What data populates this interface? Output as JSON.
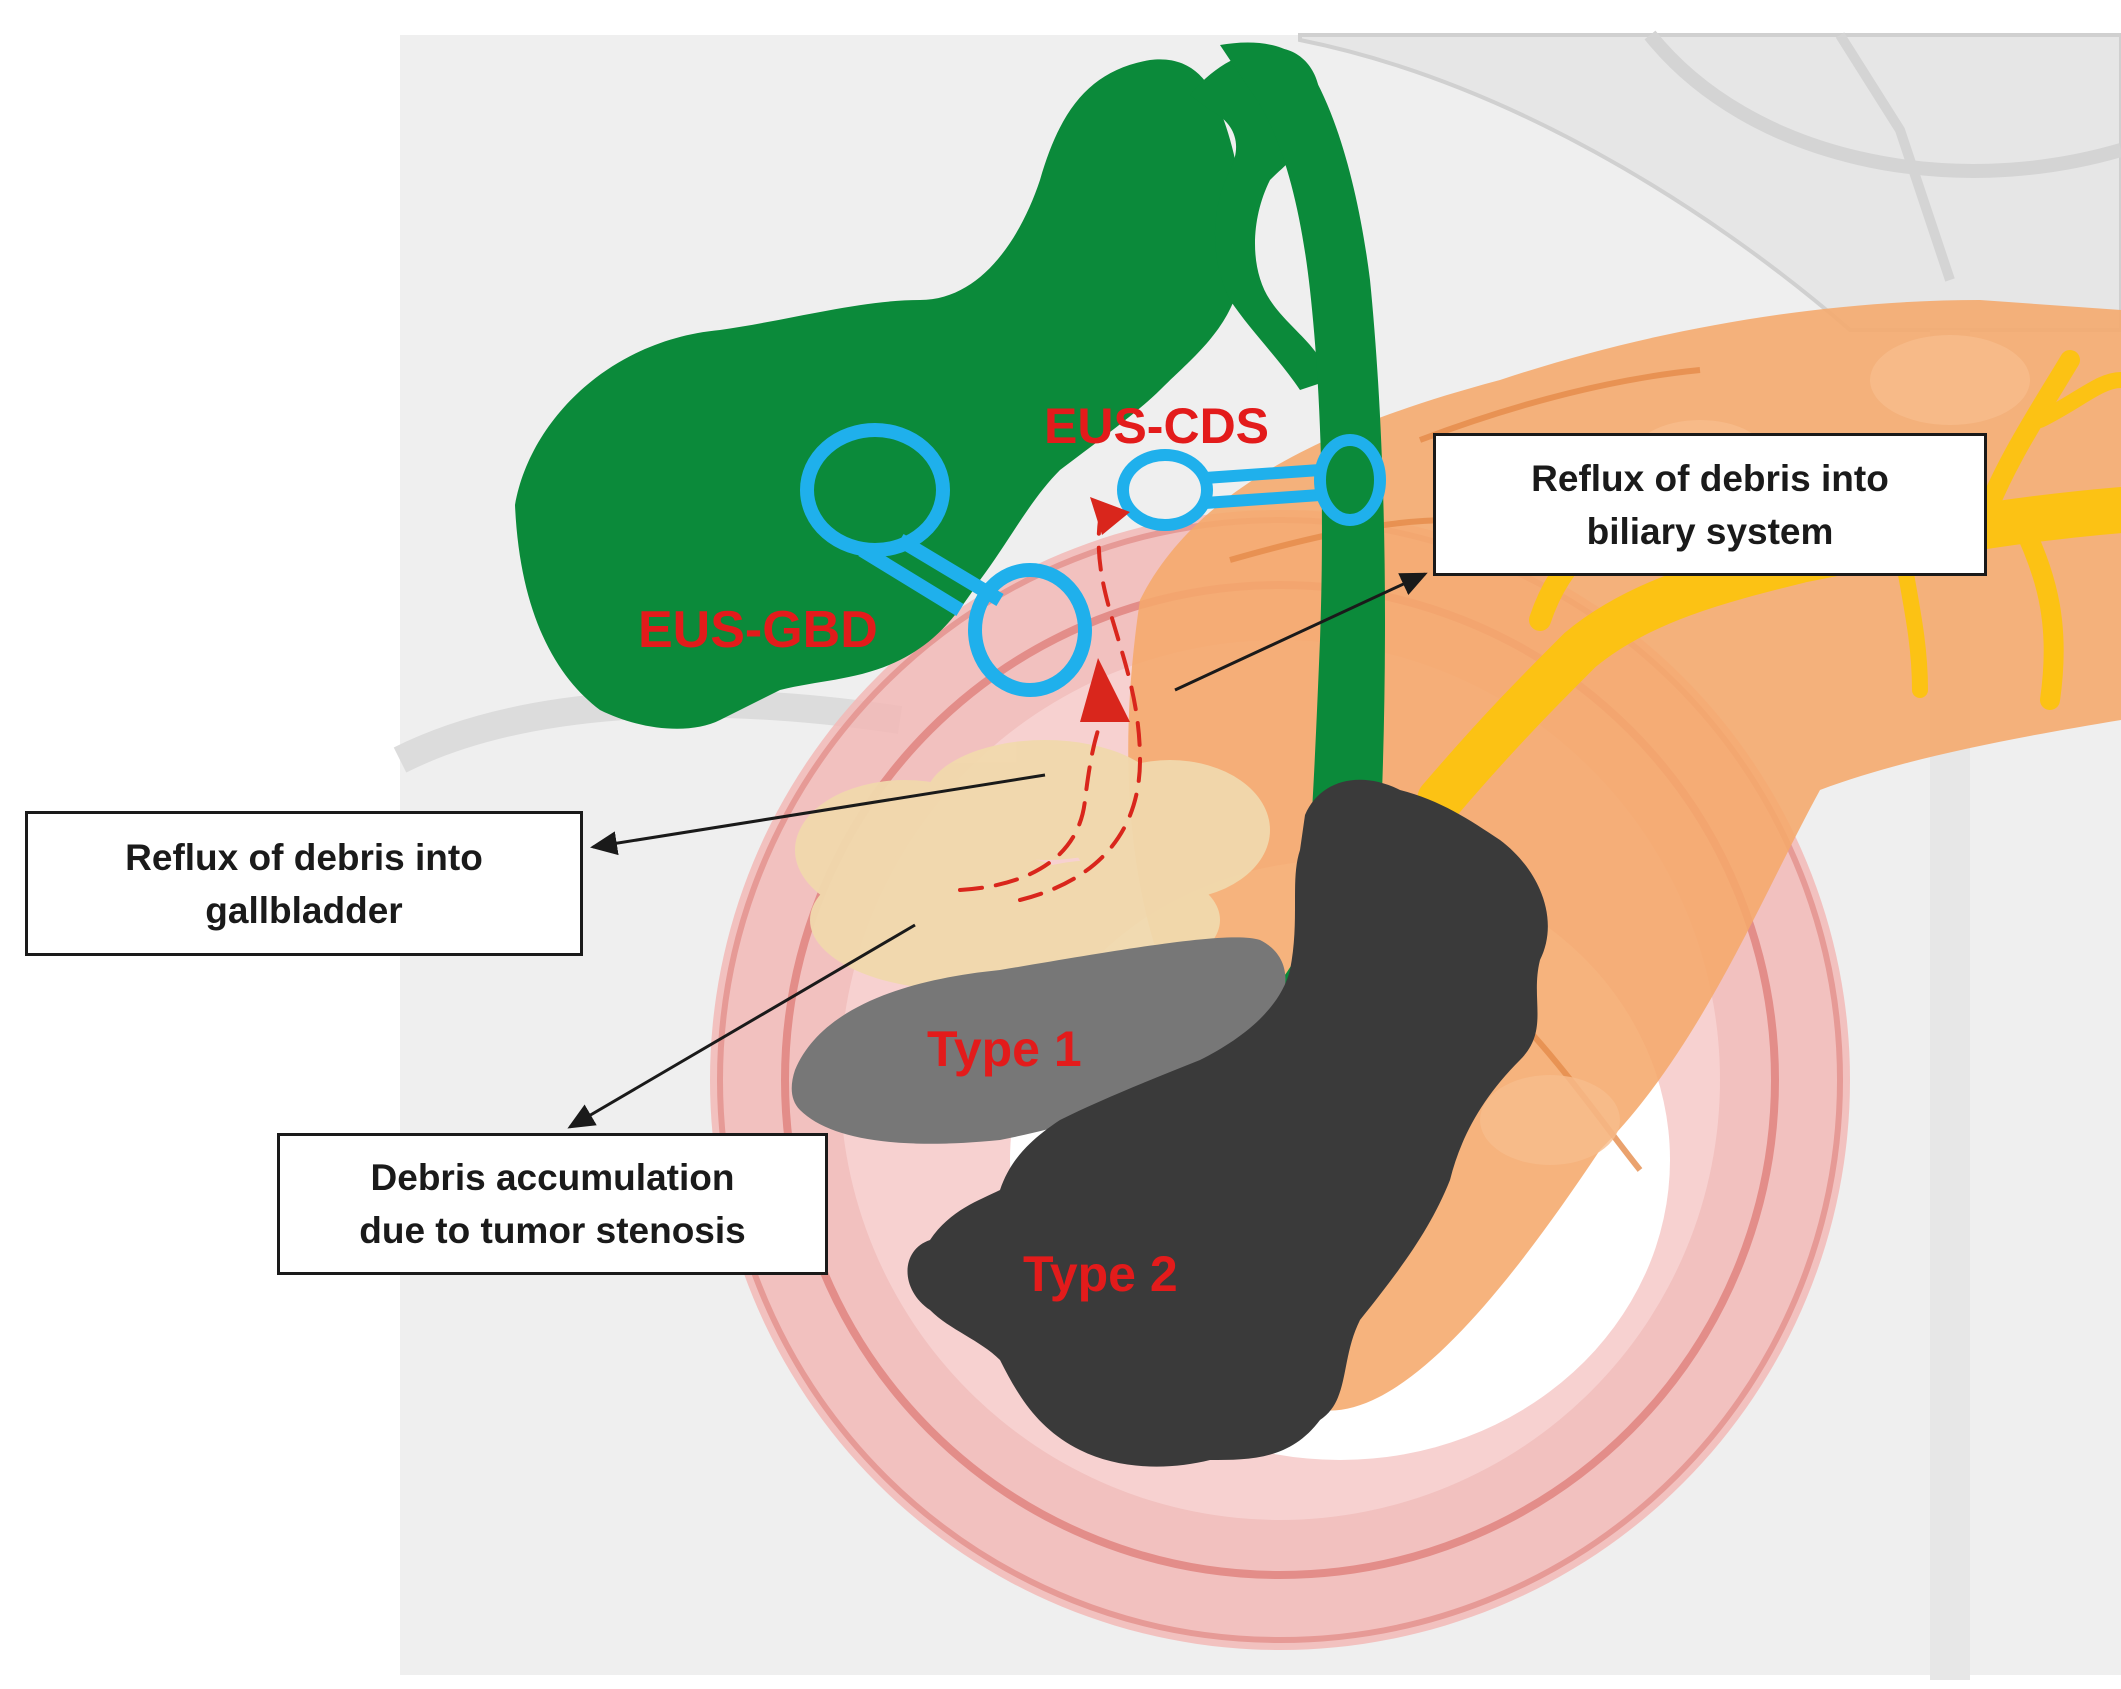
{
  "labels": {
    "eus_gbd": "EUS-GBD",
    "eus_cds": "EUS-CDS",
    "type1": "Type 1",
    "type2": "Type 2"
  },
  "callouts": {
    "biliary": "Reflux of  debris into\nbiliary system",
    "gallbladder": "Reflux of  debris into\ngallbladder",
    "debris": "Debris accumulation\ndue to tumor stenosis"
  },
  "colors": {
    "gallbladder_duct": "#0b8a3a",
    "stent": "#1fb0ec",
    "label_red": "#e31b1b",
    "debris": "#f1d9ad",
    "tumor_type1": "#777777",
    "tumor_type2": "#3a3a3a",
    "pancreas": "#f4a466",
    "pancreatic_duct": "#fcc214",
    "duodenum": "#eba09d",
    "background": "#f0f0f0"
  }
}
